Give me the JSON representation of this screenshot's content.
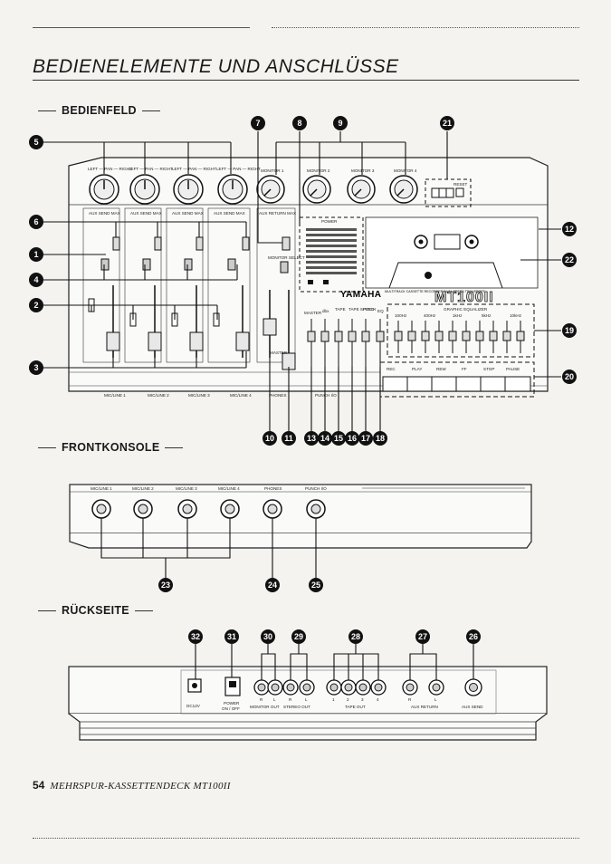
{
  "page": {
    "title": "BEDIENELEMENTE UND ANSCHLÜSSE",
    "footer_number": "54",
    "footer_text": "MEHRSPUR-KASSETTENDECK MT100II"
  },
  "sections": {
    "bedienfeld": "BEDIENFELD",
    "frontkonsole": "FRONTKONSOLE",
    "rueckseite": "RÜCKSEITE"
  },
  "panel": {
    "brand": "YAMAHA",
    "brand_sub": "MULTITRACK CASSETTE RECORDER DUAL SPEED TRANSPORT",
    "model": "MT100II",
    "knob_label": "LEFT — PAN — RIGHT",
    "monitor_labels": [
      "MONITOR 1",
      "MONITOR 2",
      "MONITOR 3",
      "MONITOR 4"
    ],
    "aux_send_label": "AUX SEND MAX",
    "aux_return_label": "AUX RETURN MAX",
    "power_label": "POWER",
    "reset_label": "RESET",
    "eq_title": "GRAPHIC EQUALIZER",
    "eq_bands": [
      "100Hz",
      "400Hz",
      "1kHz",
      "5kHz",
      "10kHz"
    ],
    "transport": [
      "REC",
      "PLAY",
      "REW",
      "FF",
      "STOP",
      "PAUSE"
    ],
    "master_label": "MASTER",
    "master_col_labels": [
      "MASTER",
      "dbx",
      "TAPE",
      "TAPE SPEED",
      "PITCH",
      "EQ"
    ],
    "monitor_select_label": "MONITOR SELECT",
    "bottom_labels": [
      "MIC/LINE 1",
      "MIC/LINE 2",
      "MIC/LINE 3",
      "MIC/LINE 4",
      "PHONES",
      "PUNCH I/O"
    ]
  },
  "front": {
    "jack_labels": [
      "MIC/LINE 1",
      "MIC/LINE 2",
      "MIC/LINE 3",
      "MIC/LINE 4",
      "PHONES",
      "PUNCH I/O"
    ]
  },
  "rear": {
    "labels": [
      "DC12V",
      "POWER",
      "MONITOR OUT",
      "STEREO OUT",
      "TAPE OUT",
      "AUX RETURN",
      "AUX SEND"
    ],
    "power_sub": "ON / OFF",
    "lr": [
      "R",
      "L"
    ],
    "tape_nums": [
      "1",
      "2",
      "3",
      "4"
    ]
  },
  "callouts": {
    "top_row": [
      "7",
      "8",
      "9",
      "21"
    ],
    "left_col": [
      "5",
      "6",
      "1",
      "4",
      "2",
      "3"
    ],
    "right_col": [
      "12",
      "22",
      "19",
      "20"
    ],
    "bottom_row": [
      "10",
      "11",
      "13",
      "14",
      "15",
      "16",
      "17",
      "18"
    ],
    "front": [
      "23",
      "24",
      "25"
    ],
    "rear": [
      "32",
      "31",
      "30",
      "29",
      "28",
      "27",
      "26"
    ]
  }
}
